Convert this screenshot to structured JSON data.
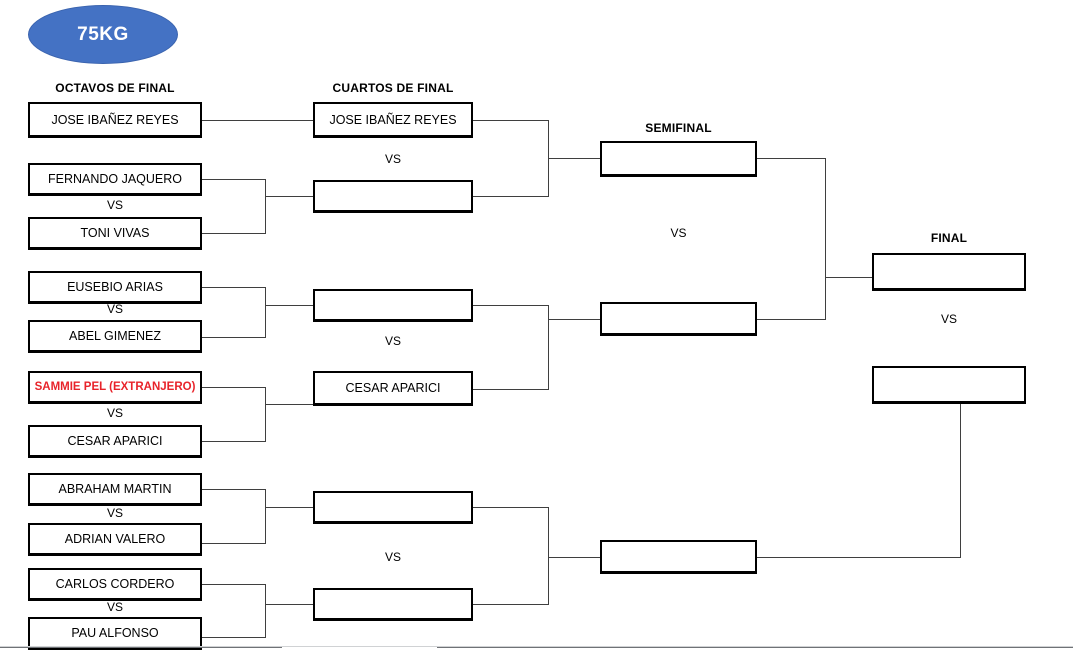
{
  "bracket": {
    "weight_class": "75KG",
    "accent_color": "#4472C4",
    "foreign_color": "#e8232a",
    "vs_label": "VS",
    "rounds": [
      {
        "key": "r16",
        "title": "OCTAVOS DE FINAL"
      },
      {
        "key": "qf",
        "title": "CUARTOS DE FINAL"
      },
      {
        "key": "sf",
        "title": "SEMIFINAL"
      },
      {
        "key": "final",
        "title": "FINAL"
      }
    ],
    "round_of_16": {
      "match1": {
        "top": "JOSE IBAÑEZ REYES",
        "bottom": ""
      },
      "match2": {
        "top": "FERNANDO JAQUERO",
        "bottom": "TONI VIVAS"
      },
      "match3": {
        "top": "EUSEBIO ARIAS",
        "bottom": "ABEL GIMENEZ"
      },
      "match4": {
        "top": "SAMMIE PEL (EXTRANJERO)",
        "bottom": "CESAR APARICI"
      },
      "match5": {
        "top": "ABRAHAM MARTIN",
        "bottom": "ADRIAN VALERO"
      },
      "match6": {
        "top": "CARLOS CORDERO",
        "bottom": "PAU ALFONSO"
      }
    },
    "quarter_finals": {
      "match1": {
        "top": "JOSE IBAÑEZ REYES",
        "bottom": ""
      },
      "match2": {
        "top": "",
        "bottom": "CESAR APARICI"
      },
      "match3": {
        "top": "",
        "bottom": ""
      }
    },
    "semi_finals": {
      "match1": {
        "top": "",
        "bottom": ""
      },
      "extra_slot": ""
    },
    "final": {
      "top": "",
      "bottom": ""
    }
  }
}
